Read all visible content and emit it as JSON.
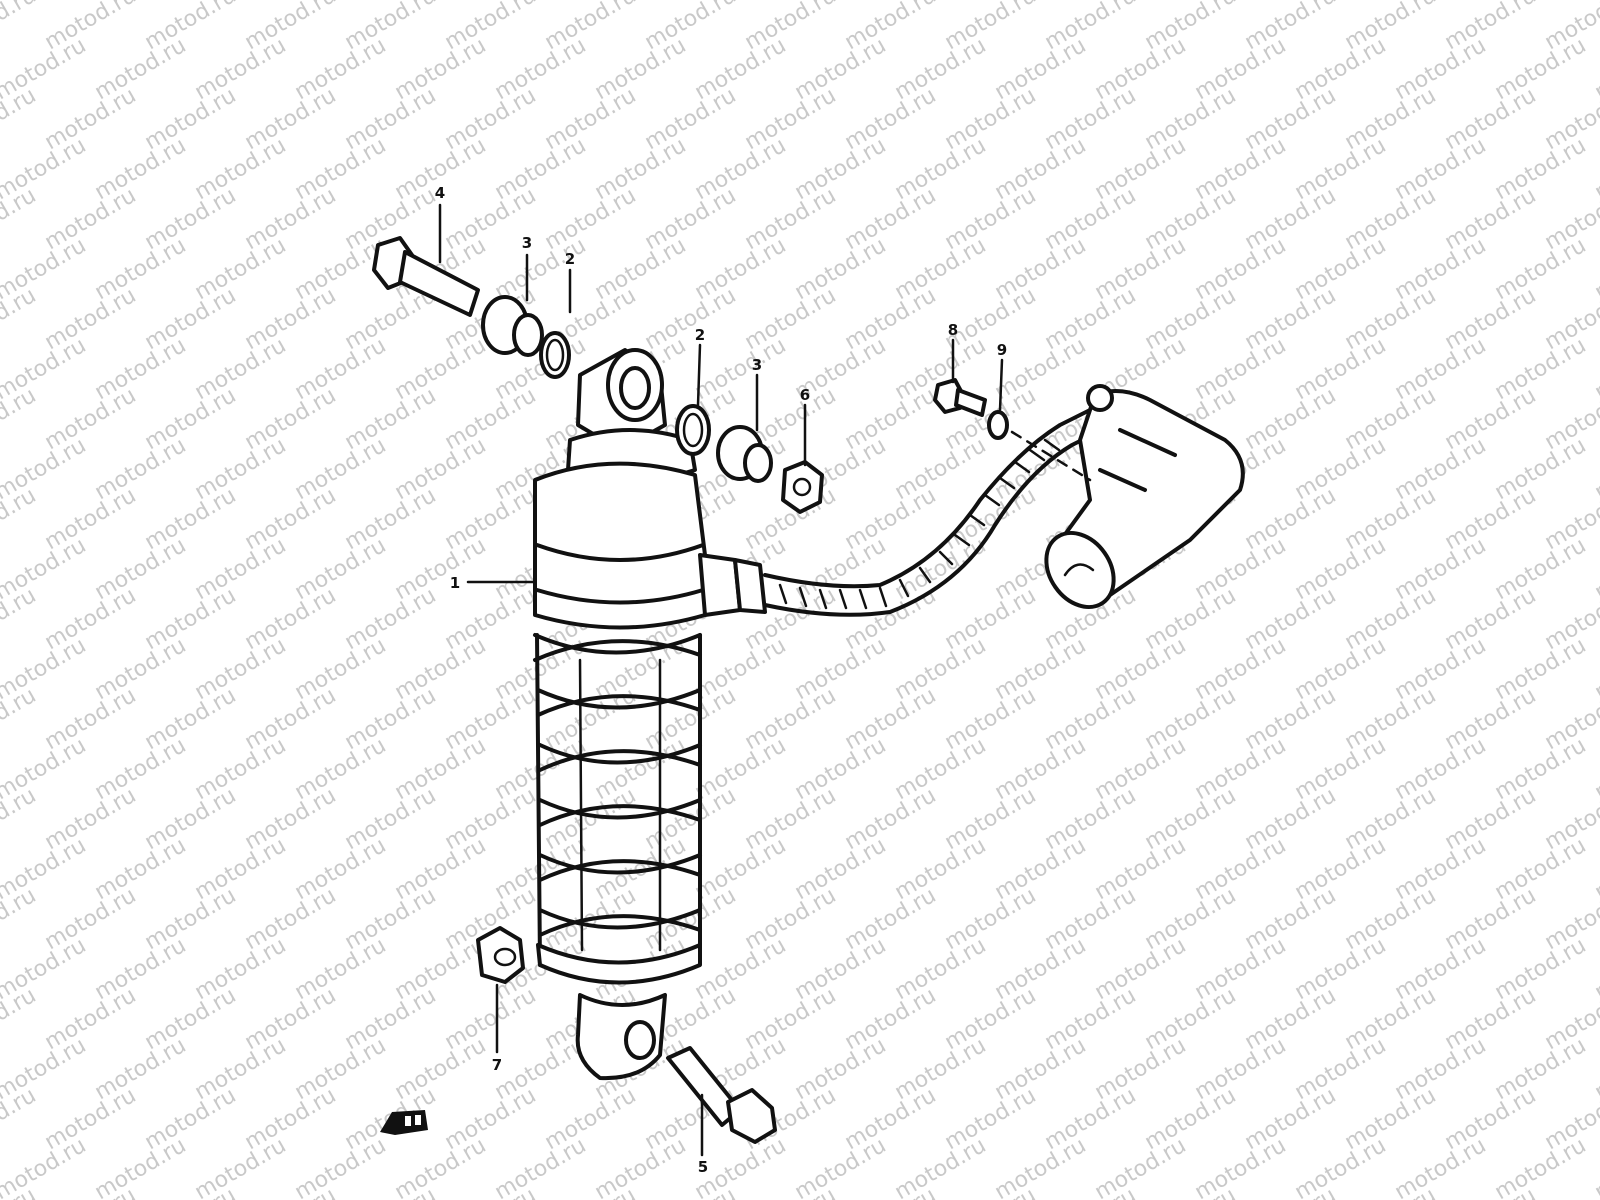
{
  "watermark": {
    "text": "motod.ru"
  },
  "callouts": [
    {
      "label": "1",
      "part": "shock-absorber-assembly"
    },
    {
      "label": "2",
      "part": "o-ring-upper"
    },
    {
      "label": "3",
      "part": "bushing-upper"
    },
    {
      "label": "4",
      "part": "upper-mounting-bolt"
    },
    {
      "label": "2",
      "part": "o-ring-right"
    },
    {
      "label": "3",
      "part": "bushing-right"
    },
    {
      "label": "6",
      "part": "nut-right"
    },
    {
      "label": "8",
      "part": "reservoir-bolt"
    },
    {
      "label": "9",
      "part": "reservoir-washer"
    },
    {
      "label": "7",
      "part": "lower-nut"
    },
    {
      "label": "5",
      "part": "lower-mounting-bolt"
    }
  ],
  "icons": [
    "front-direction-arrow-icon"
  ]
}
